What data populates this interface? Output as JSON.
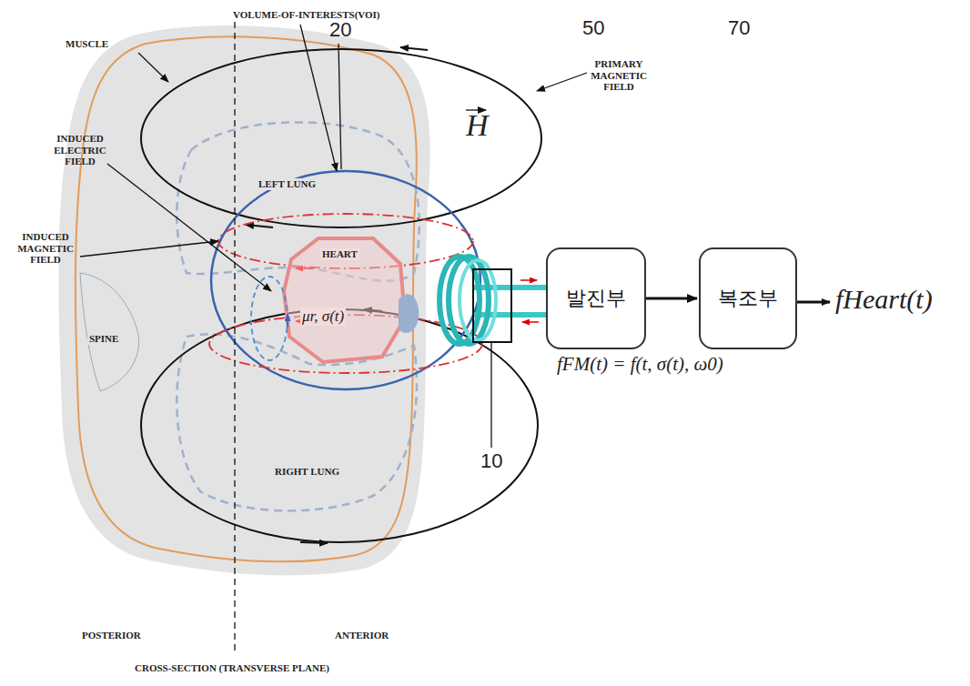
{
  "diagram": {
    "nodes": [
      {
        "text": [
          "발진부"
        ]
      },
      {
        "text": [
          "복조부"
        ]
      }
    ],
    "edges": [
      {
        "from": 0,
        "to": 1,
        "arrow": "to"
      }
    ],
    "labels": [
      "VOLUME-OF-INTERESTS(VOI)",
      "20",
      "MUSCLE",
      "PRIMARY MAGNETIC FIELD",
      "INDUCED ELECTRIC FIELD",
      "INDUCED MAGNETIC FIELD",
      "LEFT LUNG",
      "HEART",
      "SPINE",
      "RIGHT LUNG",
      "POSTERIOR",
      "ANTERIOR",
      "CROSS-SECTION (TRANSVERSE PLANE)",
      "H",
      "μr, σ(t)",
      "50",
      "70",
      "10",
      "fFM(t) = f(t, σ(t), ω0)",
      "fHeart(t)"
    ]
  }
}
